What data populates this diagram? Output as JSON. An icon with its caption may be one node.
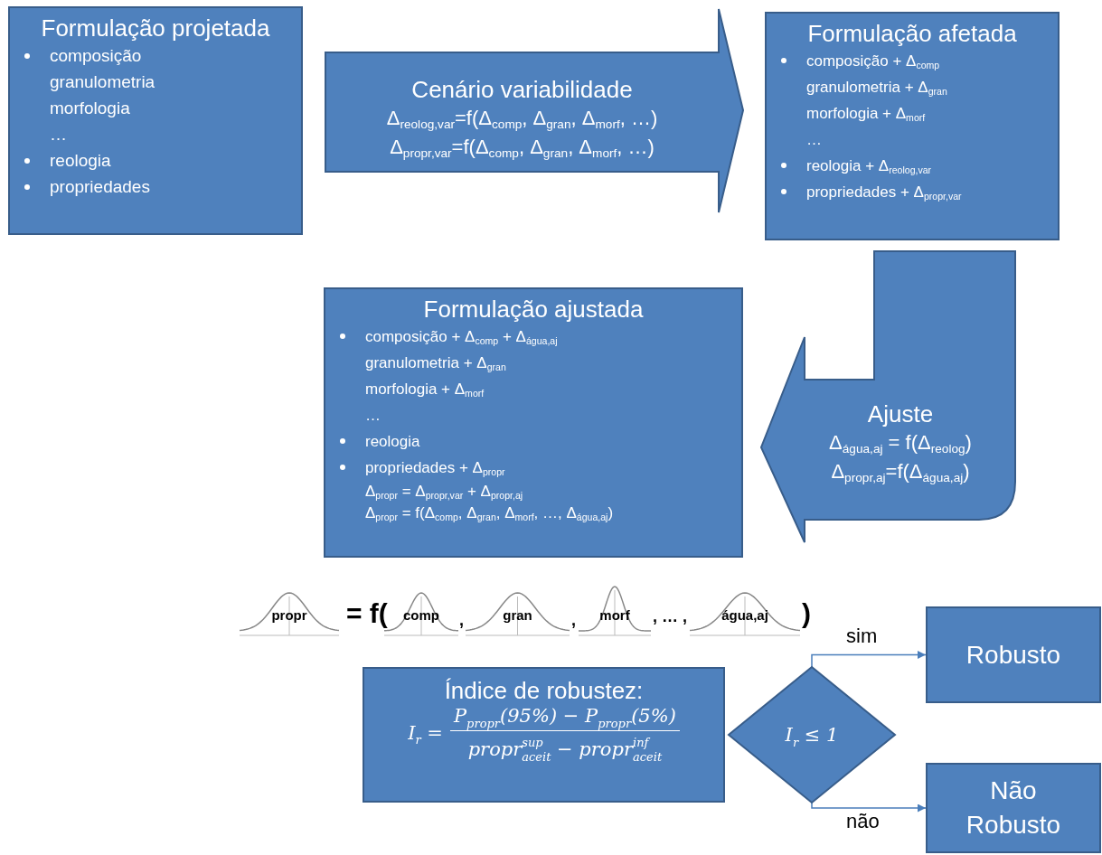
{
  "diagram": {
    "nodes": [
      {
        "text": [
          "Formulação projetada",
          "composição",
          "granulometria",
          "morfologia",
          "…",
          "reologia",
          "propriedades"
        ]
      },
      {
        "text": [
          "Cenário variabilidade",
          "Δ$_{reolog,var}$=f(Δ$_{comp}$, Δ$_{gran}$, Δ$_{morf}$, …)",
          "Δ$_{propr,var}$=f(Δ$_{comp}$, Δ$_{gran}$, Δ$_{morf}$, …)"
        ]
      },
      {
        "text": [
          "Formulação afetada",
          "composição + Δ$_{comp}$",
          "granulometria + Δ$_{gran}$",
          "morfologia + Δ$_{morf}$",
          "…",
          "reologia + Δ$_{reolog,var}$",
          "propriedades + Δ$_{propr,var}$"
        ]
      },
      {
        "text": [
          "Ajuste",
          "Δ$_{água,aj}$ = f(Δ$_{reolog}$)",
          "Δ$_{propr,aj}$=f(Δ$_{água,aj}$)"
        ]
      },
      {
        "text": [
          "Formulação ajustada",
          "composição + Δ$_{comp}$ + Δ$_{água,aj}$",
          "granulometria + Δ$_{gran}$",
          "morfologia + Δ$_{morf}$",
          "…",
          "reologia",
          "propriedades + Δ$_{propr}$",
          "Δ$_{propr}$ = Δ$_{propr,var}$ + Δ$_{propr,aj}$",
          "Δ$_{propr}$ = f(Δ$_{comp}$, Δ$_{gran}$, Δ$_{morf}$, …, Δ$_{água,aj}$)"
        ]
      },
      {
        "text": [
          "propr"
        ]
      },
      {
        "text": [
          "comp"
        ]
      },
      {
        "text": [
          "gran"
        ]
      },
      {
        "text": [
          "morf"
        ]
      },
      {
        "text": [
          "água,aj"
        ]
      },
      {
        "text": [
          "Índice de robustez:",
          "I$_{r}$ =",
          "P$_{propr}$(95%) − P$_{propr}$(5%)",
          "propr$^{sup}$$_{aceit}$ − propr$^{inf}$$_{aceit}$"
        ]
      },
      {
        "text": [
          "I$_{r}$ ≤ 1"
        ]
      },
      {
        "text": [
          "Robusto"
        ]
      },
      {
        "text": [
          "Não Robusto"
        ]
      }
    ],
    "edges": [
      {
        "from": 0,
        "to": 2,
        "arrow": "to"
      },
      {
        "from": 2,
        "to": 4,
        "arrow": "to"
      },
      {
        "from": 11,
        "to": 12,
        "arrow": "to",
        "label": "sim"
      },
      {
        "from": 11,
        "to": 13,
        "arrow": "to",
        "label": "não"
      }
    ],
    "labels": [
      "= f(",
      ",",
      ",",
      ", … ,",
      ")"
    ]
  }
}
